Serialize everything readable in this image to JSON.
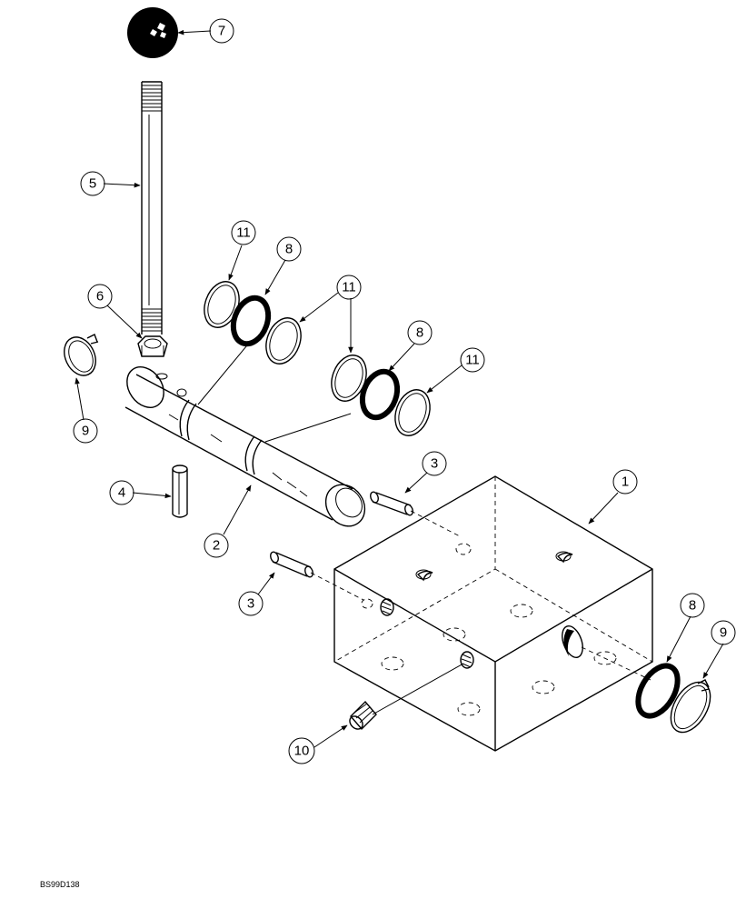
{
  "callouts": [
    {
      "id": "c1",
      "label": "1"
    },
    {
      "id": "c2",
      "label": "2"
    },
    {
      "id": "c3a",
      "label": "3"
    },
    {
      "id": "c3b",
      "label": "3"
    },
    {
      "id": "c4",
      "label": "4"
    },
    {
      "id": "c5",
      "label": "5"
    },
    {
      "id": "c6",
      "label": "6"
    },
    {
      "id": "c7",
      "label": "7"
    },
    {
      "id": "c8a",
      "label": "8"
    },
    {
      "id": "c8b",
      "label": "8"
    },
    {
      "id": "c8c",
      "label": "8"
    },
    {
      "id": "c9a",
      "label": "9"
    },
    {
      "id": "c9b",
      "label": "9"
    },
    {
      "id": "c10",
      "label": "10"
    },
    {
      "id": "c11a",
      "label": "11"
    },
    {
      "id": "c11b",
      "label": "11"
    },
    {
      "id": "c11c",
      "label": "11"
    }
  ],
  "reference_code": "BS99D138"
}
